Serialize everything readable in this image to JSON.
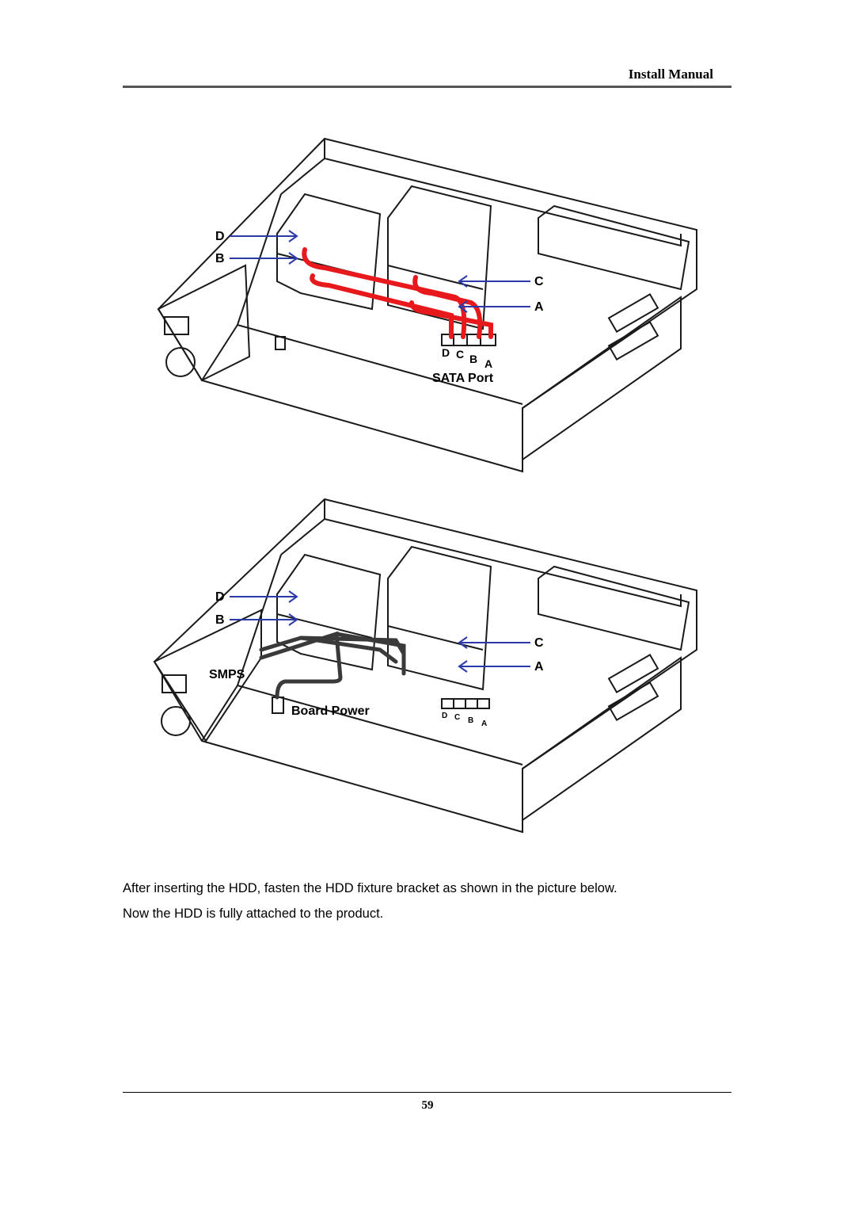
{
  "header": {
    "title": "Install Manual"
  },
  "figure_top": {
    "labels": {
      "d": "D",
      "b": "B",
      "c": "C",
      "a": "A"
    },
    "port_labels": {
      "d": "D",
      "c": "C",
      "b": "B",
      "a": "A"
    },
    "port_caption": "SATA Port",
    "colors": {
      "cable": "#e8191c",
      "arrow": "#2b3aa8",
      "line": "#1a1a1a"
    }
  },
  "figure_bottom": {
    "labels": {
      "d": "D",
      "b": "B",
      "c": "C",
      "a": "A"
    },
    "smps_label": "SMPS",
    "board_power_label": "Board Power",
    "port_labels": {
      "d": "D",
      "c": "C",
      "b": "B",
      "a": "A"
    },
    "colors": {
      "cable": "#3a3a3a",
      "arrow": "#2b3aa8",
      "line": "#1a1a1a"
    }
  },
  "body_text": {
    "line1": "After inserting the HDD, fasten the HDD fixture bracket as shown in the picture below.",
    "line2": "Now the HDD is fully attached to the product."
  },
  "footer": {
    "page_number": "59"
  }
}
